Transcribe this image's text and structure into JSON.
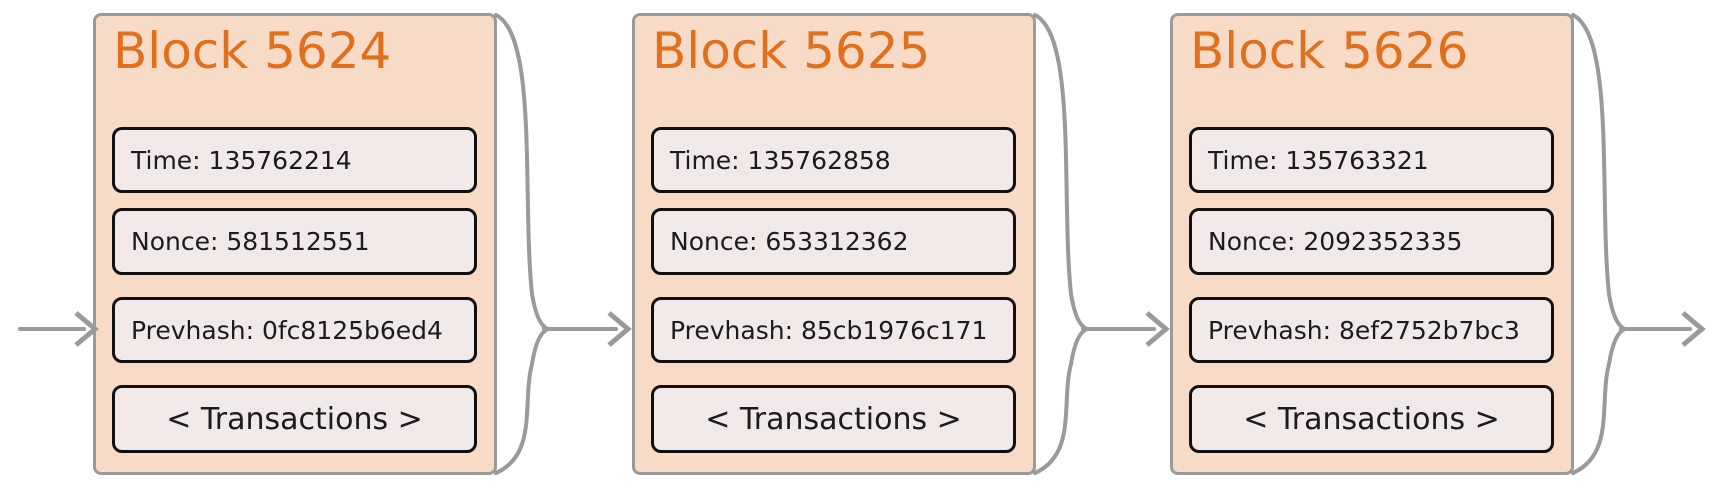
{
  "colors": {
    "block_fill": "#f8dbc6",
    "block_border": "#9a9a9a",
    "title_color": "#e06f1e",
    "field_fill": "#f0e9e7",
    "field_border": "#101010",
    "field_text": "#1b1b1b",
    "connector_color": "#9a9a9a"
  },
  "blocks": [
    {
      "title": "Block 5624",
      "time": "Time: 135762214",
      "nonce": "Nonce: 581512551",
      "prevhash": "Prevhash: 0fc8125b6ed4",
      "transactions": "< Transactions >"
    },
    {
      "title": "Block 5625",
      "time": "Time: 135762858",
      "nonce": "Nonce: 653312362",
      "prevhash": "Prevhash: 85cb1976c171",
      "transactions": "< Transactions >"
    },
    {
      "title": "Block 5626",
      "time": "Time: 135763321",
      "nonce": "Nonce: 2092352335",
      "prevhash": "Prevhash: 8ef2752b7bc3",
      "transactions": "< Transactions >"
    }
  ]
}
